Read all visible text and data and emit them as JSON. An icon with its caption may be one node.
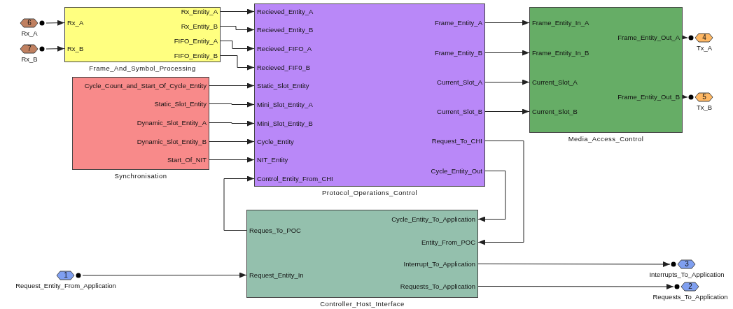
{
  "diagram": {
    "nodes": [
      {
        "text": [
          "6"
        ],
        "beside": [
          "Rx_A"
        ]
      },
      {
        "text": [
          "7"
        ],
        "beside": [
          "Rx_B"
        ]
      },
      {
        "text": [
          "Frame_And_Symbol_Processing"
        ]
      },
      {
        "text": [
          "Rx_A"
        ],
        "in": 2
      },
      {
        "text": [
          "Rx_B"
        ],
        "in": 2
      },
      {
        "text": [
          "Rx_Entity_A"
        ],
        "in": 2
      },
      {
        "text": [
          "Rx_Entity_B"
        ],
        "in": 2
      },
      {
        "text": [
          "FIFO_Entity_A"
        ],
        "in": 2
      },
      {
        "text": [
          "FIFO_Entity_B"
        ],
        "in": 2
      },
      {
        "text": [
          "Synchronisation"
        ]
      },
      {
        "text": [
          "Cycle_Count_and_Start_Of_Cycle_Entity"
        ],
        "in": 9
      },
      {
        "text": [
          "Static_Slot_Entity"
        ],
        "in": 9
      },
      {
        "text": [
          "Dynamic_Slot_Entity_A"
        ],
        "in": 9
      },
      {
        "text": [
          "Dynamic_Slot_Entity_B"
        ],
        "in": 9
      },
      {
        "text": [
          "Start_Of_NIT"
        ],
        "in": 9
      },
      {
        "text": [
          "Protocol_Operations_Control"
        ]
      },
      {
        "text": [
          "Recieved_Entity_A"
        ],
        "in": 15
      },
      {
        "text": [
          "Recieved_Entity_B"
        ],
        "in": 15
      },
      {
        "text": [
          "Recieved_FIFO_A"
        ],
        "in": 15
      },
      {
        "text": [
          "Recieved_FIF0_B"
        ],
        "in": 15
      },
      {
        "text": [
          "Static_Slot_Entity"
        ],
        "in": 15
      },
      {
        "text": [
          "Mini_Slot_Entity_A"
        ],
        "in": 15
      },
      {
        "text": [
          "Mini_Slot_Entity_B"
        ],
        "in": 15
      },
      {
        "text": [
          "Cycle_Entity"
        ],
        "in": 15
      },
      {
        "text": [
          "NIT_Entity"
        ],
        "in": 15
      },
      {
        "text": [
          "Control_Entity_From_CHI"
        ],
        "in": 15
      },
      {
        "text": [
          "Frame_Entity_A"
        ],
        "in": 15
      },
      {
        "text": [
          "Frame_Entity_B"
        ],
        "in": 15
      },
      {
        "text": [
          "Current_Slot_A"
        ],
        "in": 15
      },
      {
        "text": [
          "Current_Slot_B"
        ],
        "in": 15
      },
      {
        "text": [
          "Request_To_CHI"
        ],
        "in": 15
      },
      {
        "text": [
          "Cycle_Entity_Out"
        ],
        "in": 15
      },
      {
        "text": [
          "Media_Access_Control"
        ]
      },
      {
        "text": [
          "Frame_Entity_In_A"
        ],
        "in": 32
      },
      {
        "text": [
          "Frame_Entity_In_B"
        ],
        "in": 32
      },
      {
        "text": [
          "Current_Slot_A"
        ],
        "in": 32
      },
      {
        "text": [
          "Current_Slot_B"
        ],
        "in": 32
      },
      {
        "text": [
          "Frame_Entity_Out_A"
        ],
        "in": 32
      },
      {
        "text": [
          "Frame_Entity_Out_B"
        ],
        "in": 32
      },
      {
        "text": [
          "4"
        ],
        "beside": [
          "Tx_A"
        ]
      },
      {
        "text": [
          "5"
        ],
        "beside": [
          "Tx_B"
        ]
      },
      {
        "text": [
          "Controller_Host_Interface"
        ]
      },
      {
        "text": [
          "Reques_To_POC"
        ],
        "in": 41
      },
      {
        "text": [
          "Request_Entity_In"
        ],
        "in": 41
      },
      {
        "text": [
          "Cycle_Entity_To_Application"
        ],
        "in": 41
      },
      {
        "text": [
          "Entity_From_POC"
        ],
        "in": 41
      },
      {
        "text": [
          "Interrupt_To_Application"
        ],
        "in": 41
      },
      {
        "text": [
          "Requests_To_Application"
        ],
        "in": 41
      },
      {
        "text": [
          "1"
        ],
        "beside": [
          "Request_Entity_From_Application"
        ]
      },
      {
        "text": [
          "3"
        ],
        "beside": [
          "Interrupts_To_Application"
        ]
      },
      {
        "text": [
          "2"
        ],
        "beside": [
          "Requests_To_Application"
        ]
      }
    ],
    "edges": [
      {
        "from": 0,
        "to": 3,
        "arrow": "to"
      },
      {
        "from": 1,
        "to": 4,
        "arrow": "to"
      },
      {
        "from": 5,
        "to": 16,
        "arrow": "to"
      },
      {
        "from": 6,
        "to": 17,
        "arrow": "to"
      },
      {
        "from": 7,
        "to": 18,
        "arrow": "to"
      },
      {
        "from": 8,
        "to": 19,
        "arrow": "to"
      },
      {
        "from": 10,
        "to": 20,
        "arrow": "to"
      },
      {
        "from": 11,
        "to": 21,
        "arrow": "to"
      },
      {
        "from": 12,
        "to": 22,
        "arrow": "to"
      },
      {
        "from": 13,
        "to": 23,
        "arrow": "to"
      },
      {
        "from": 14,
        "to": 24,
        "arrow": "to"
      },
      {
        "from": 26,
        "to": 33,
        "arrow": "to"
      },
      {
        "from": 27,
        "to": 34,
        "arrow": "to"
      },
      {
        "from": 28,
        "to": 35,
        "arrow": "to"
      },
      {
        "from": 29,
        "to": 36,
        "arrow": "to"
      },
      {
        "from": 37,
        "to": 39,
        "arrow": "to"
      },
      {
        "from": 38,
        "to": 40,
        "arrow": "to"
      },
      {
        "from": 30,
        "to": 45,
        "arrow": "to"
      },
      {
        "from": 31,
        "to": 44,
        "arrow": "to"
      },
      {
        "from": 42,
        "to": 25,
        "arrow": "to"
      },
      {
        "from": 48,
        "to": 43,
        "arrow": "to"
      },
      {
        "from": 46,
        "to": 49,
        "arrow": "to"
      },
      {
        "from": 47,
        "to": 50,
        "arrow": "to"
      }
    ]
  }
}
